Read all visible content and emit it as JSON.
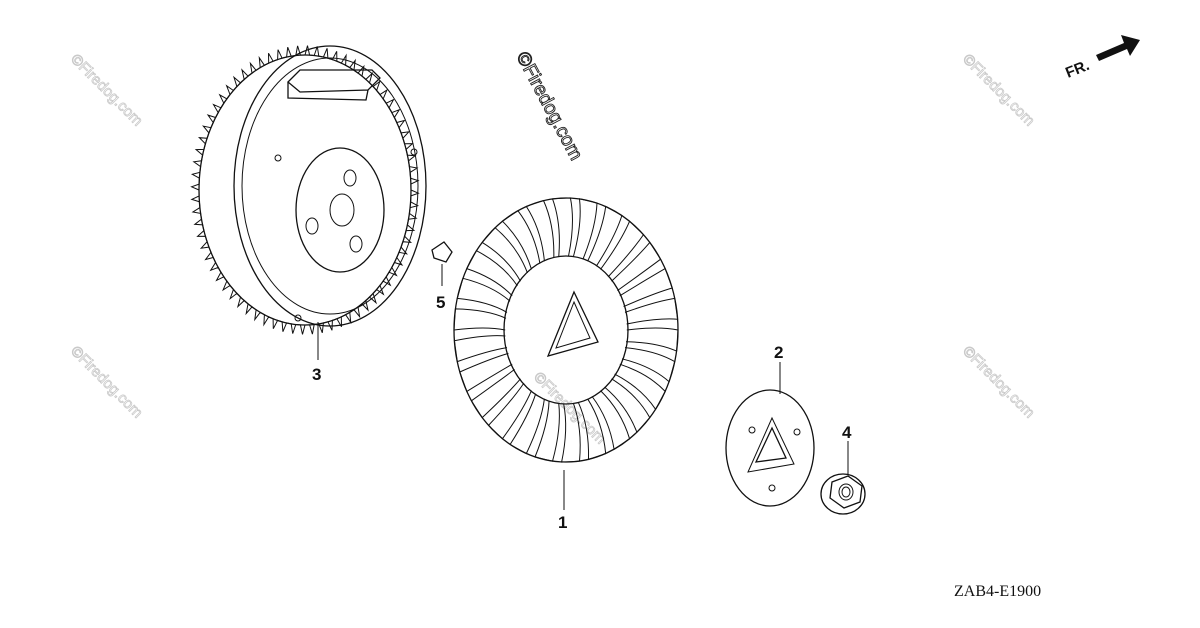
{
  "watermark": {
    "text": "©Firedog.com"
  },
  "direction": {
    "label": "FR."
  },
  "diagram_code": "ZAB4-E1900",
  "callouts": [
    {
      "id": "fan",
      "label": "1"
    },
    {
      "id": "plate",
      "label": "2"
    },
    {
      "id": "flywheel",
      "label": "3"
    },
    {
      "id": "nut",
      "label": "4"
    },
    {
      "id": "key",
      "label": "5"
    }
  ]
}
